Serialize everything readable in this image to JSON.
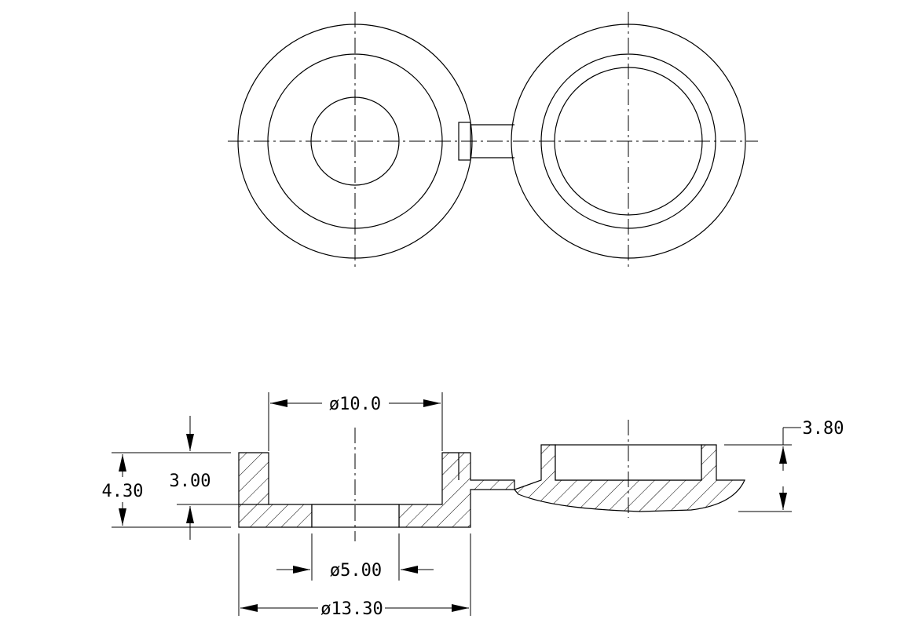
{
  "drawing": {
    "title": "",
    "dimensions": {
      "inner_diameter": "ø10.0",
      "hole_diameter": "ø5.00",
      "outer_diameter": "ø13.30",
      "total_height": "4.30",
      "cup_depth": "3.00",
      "lid_height": "3.80"
    }
  },
  "colors": {
    "line": "#000000",
    "background": "#ffffff"
  }
}
